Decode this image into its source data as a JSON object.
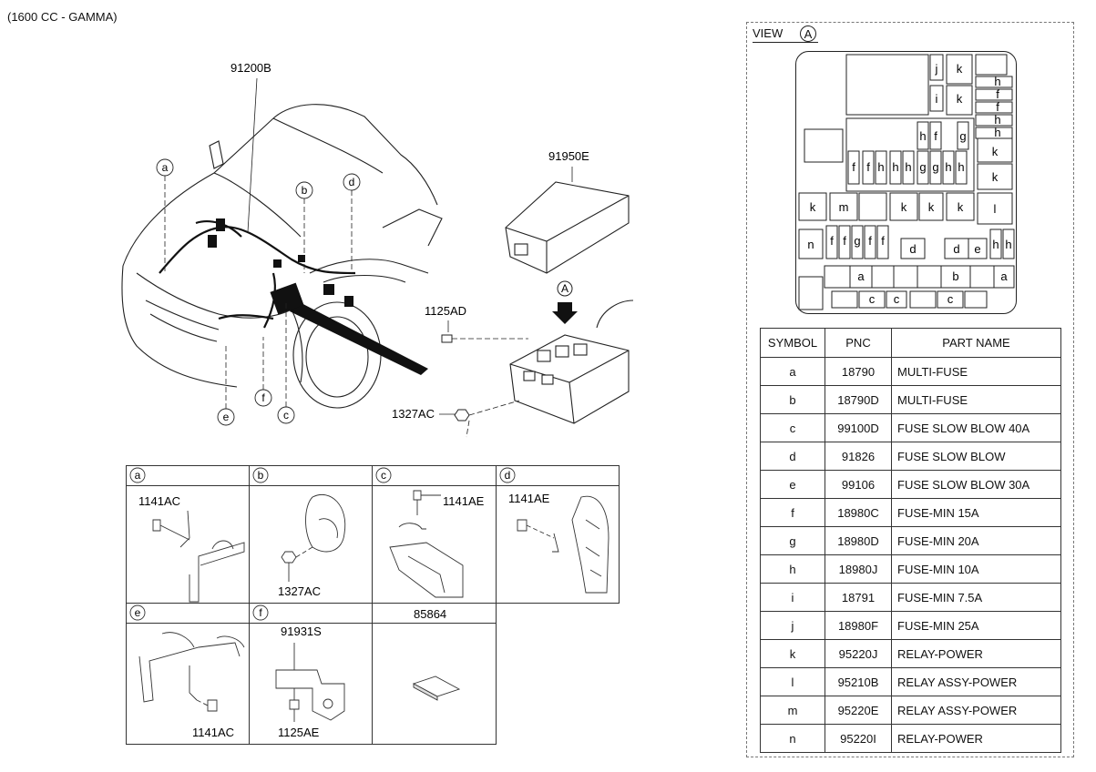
{
  "header": {
    "engine_label": "(1600 CC - GAMMA)"
  },
  "main_diagram": {
    "harness_part": "91200B",
    "cover_part": "91950E",
    "bolt_part": "1125AD",
    "nut_part": "1327AC",
    "view_marker": "A",
    "callouts": [
      "a",
      "b",
      "c",
      "d",
      "e",
      "f"
    ]
  },
  "detail_grid": {
    "cells": [
      {
        "tag": "a",
        "parts": [
          "1141AC"
        ]
      },
      {
        "tag": "b",
        "parts": [
          "1327AC"
        ]
      },
      {
        "tag": "c",
        "parts": [
          "1141AE"
        ]
      },
      {
        "tag": "d",
        "parts": [
          "1141AE"
        ]
      },
      {
        "tag": "e",
        "parts": [
          "1141AC"
        ]
      },
      {
        "tag": "f",
        "parts": [
          "91931S",
          "1125AE"
        ]
      },
      {
        "tag": "",
        "parts": [
          "85864"
        ]
      }
    ]
  },
  "view_panel": {
    "title": "VIEW",
    "marker": "A",
    "fuse_labels": [
      "j",
      "k",
      "i",
      "k",
      "h",
      "f",
      "f",
      "h",
      "h",
      "h",
      "f",
      "g",
      "k",
      "k",
      "f",
      "f",
      "h",
      "h",
      "h",
      "g",
      "g",
      "h",
      "h",
      "k",
      "m",
      "k",
      "k",
      "k",
      "l",
      "n",
      "f",
      "f",
      "g",
      "f",
      "f",
      "d",
      "d",
      "e",
      "h",
      "h",
      "a",
      "b",
      "a",
      "c",
      "c",
      "c"
    ]
  },
  "parts_table": {
    "headers": [
      "SYMBOL",
      "PNC",
      "PART NAME"
    ],
    "rows": [
      [
        "a",
        "18790",
        "MULTI-FUSE"
      ],
      [
        "b",
        "18790D",
        "MULTI-FUSE"
      ],
      [
        "c",
        "99100D",
        "FUSE SLOW BLOW 40A"
      ],
      [
        "d",
        "91826",
        "FUSE SLOW BLOW"
      ],
      [
        "e",
        "99106",
        "FUSE SLOW BLOW 30A"
      ],
      [
        "f",
        "18980C",
        "FUSE-MIN 15A"
      ],
      [
        "g",
        "18980D",
        "FUSE-MIN 20A"
      ],
      [
        "h",
        "18980J",
        "FUSE-MIN 10A"
      ],
      [
        "i",
        "18791",
        "FUSE-MIN 7.5A"
      ],
      [
        "j",
        "18980F",
        "FUSE-MIN 25A"
      ],
      [
        "k",
        "95220J",
        "RELAY-POWER"
      ],
      [
        "l",
        "95210B",
        "RELAY ASSY-POWER"
      ],
      [
        "m",
        "95220E",
        "RELAY ASSY-POWER"
      ],
      [
        "n",
        "95220I",
        "RELAY-POWER"
      ]
    ]
  }
}
